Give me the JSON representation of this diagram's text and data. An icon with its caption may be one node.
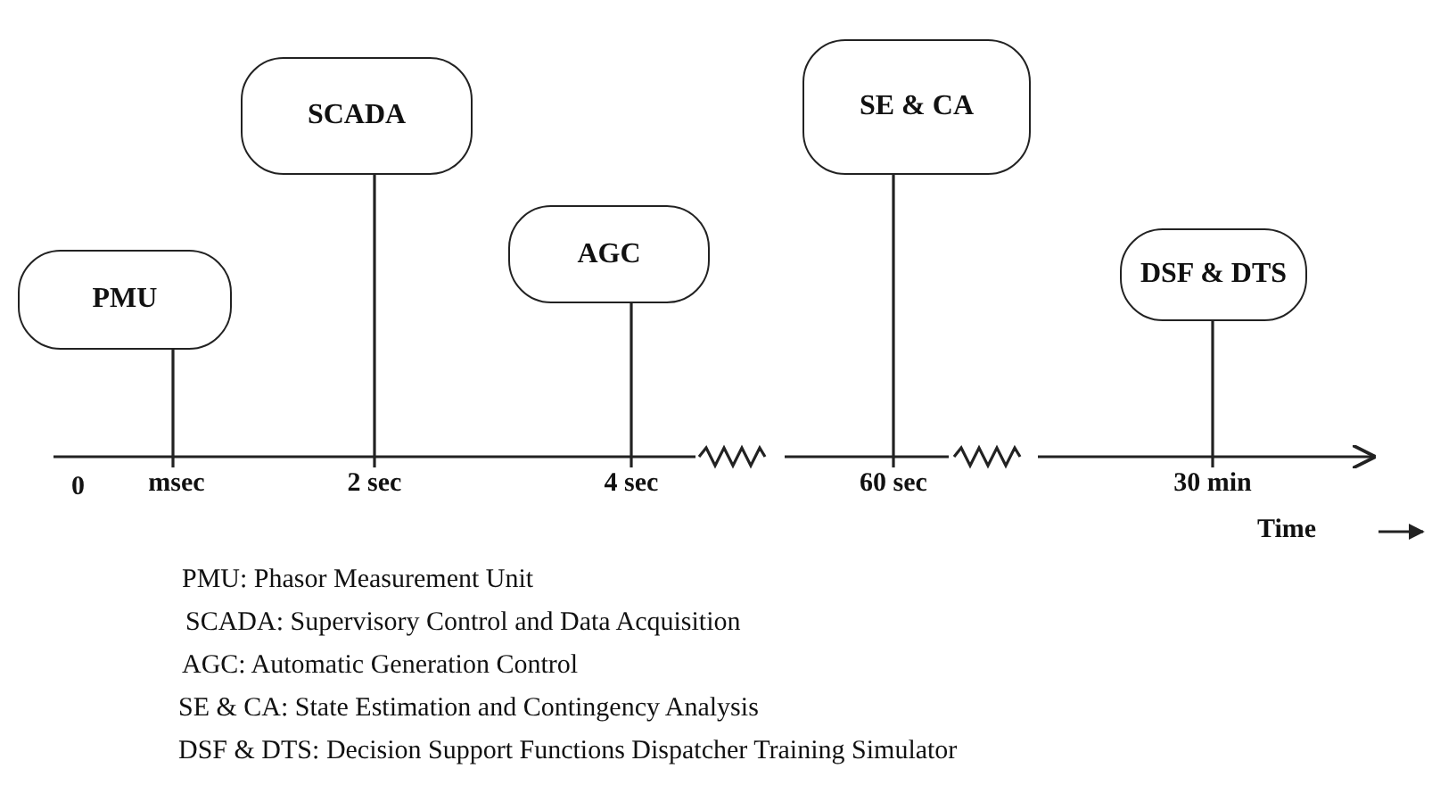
{
  "diagram": {
    "nodes": [
      {
        "text": [
          "PMU"
        ]
      },
      {
        "text": [
          "SCADA"
        ]
      },
      {
        "text": [
          "AGC"
        ]
      },
      {
        "text": [
          "SE & CA"
        ]
      },
      {
        "text": [
          "DSF & DTS"
        ]
      },
      {
        "text": [
          "msec"
        ]
      },
      {
        "text": [
          "2 sec"
        ]
      },
      {
        "text": [
          "4 sec"
        ]
      },
      {
        "text": [
          "60 sec"
        ]
      },
      {
        "text": [
          "30 min"
        ]
      }
    ],
    "edges": [
      {
        "from": 0,
        "to": 5,
        "arrow": "none"
      },
      {
        "from": 1,
        "to": 6,
        "arrow": "none"
      },
      {
        "from": 2,
        "to": 7,
        "arrow": "none"
      },
      {
        "from": 3,
        "to": 8,
        "arrow": "none"
      },
      {
        "from": 4,
        "to": 9,
        "arrow": "none"
      }
    ],
    "labels": [
      "0",
      "Time",
      "PMU: Phasor Measurement Unit",
      "SCADA: Supervisory Control and Data Acquisition",
      "AGC: Automatic Generation Control",
      "SE & CA: State Estimation and Contingency Analysis",
      "DSF & DTS: Decision Support Functions Dispatcher Training Simulator"
    ]
  }
}
